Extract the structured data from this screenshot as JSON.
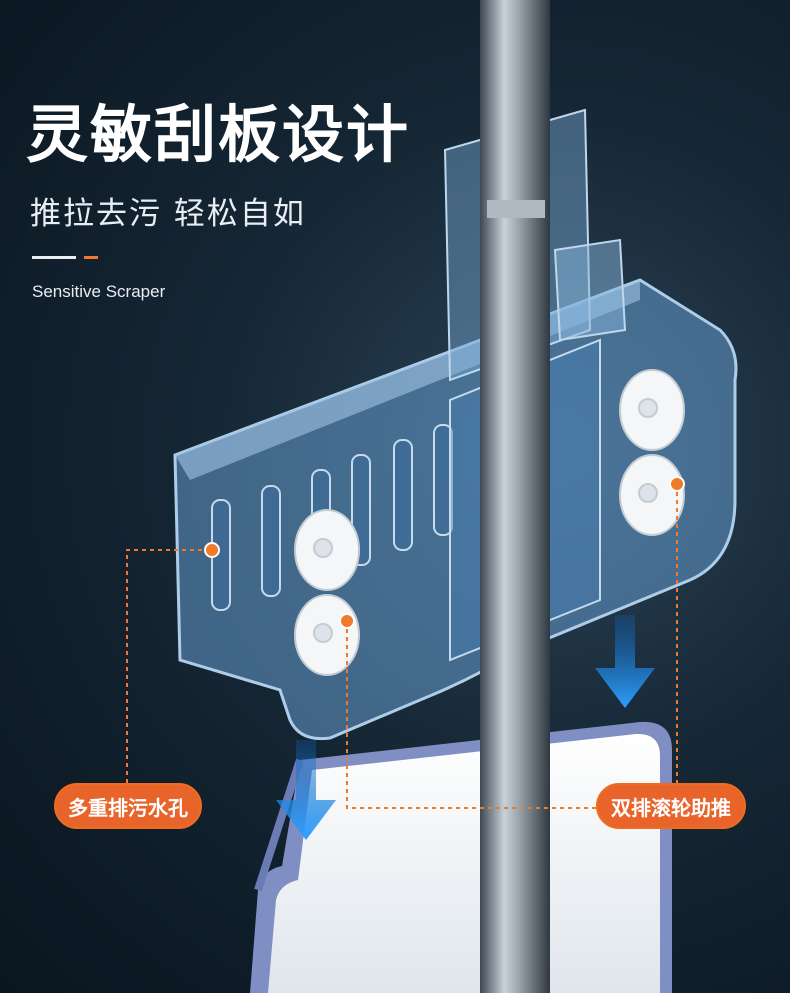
{
  "headline": "灵敏刮板设计",
  "subline": "推拉去污 轻松自如",
  "english": "Sensitive Scraper",
  "callouts": {
    "left": "多重排污水孔",
    "right": "双排滚轮助推"
  },
  "colors": {
    "accent": "#f07a2a",
    "background": "#13222e",
    "arrow": "#1e8fe6"
  }
}
